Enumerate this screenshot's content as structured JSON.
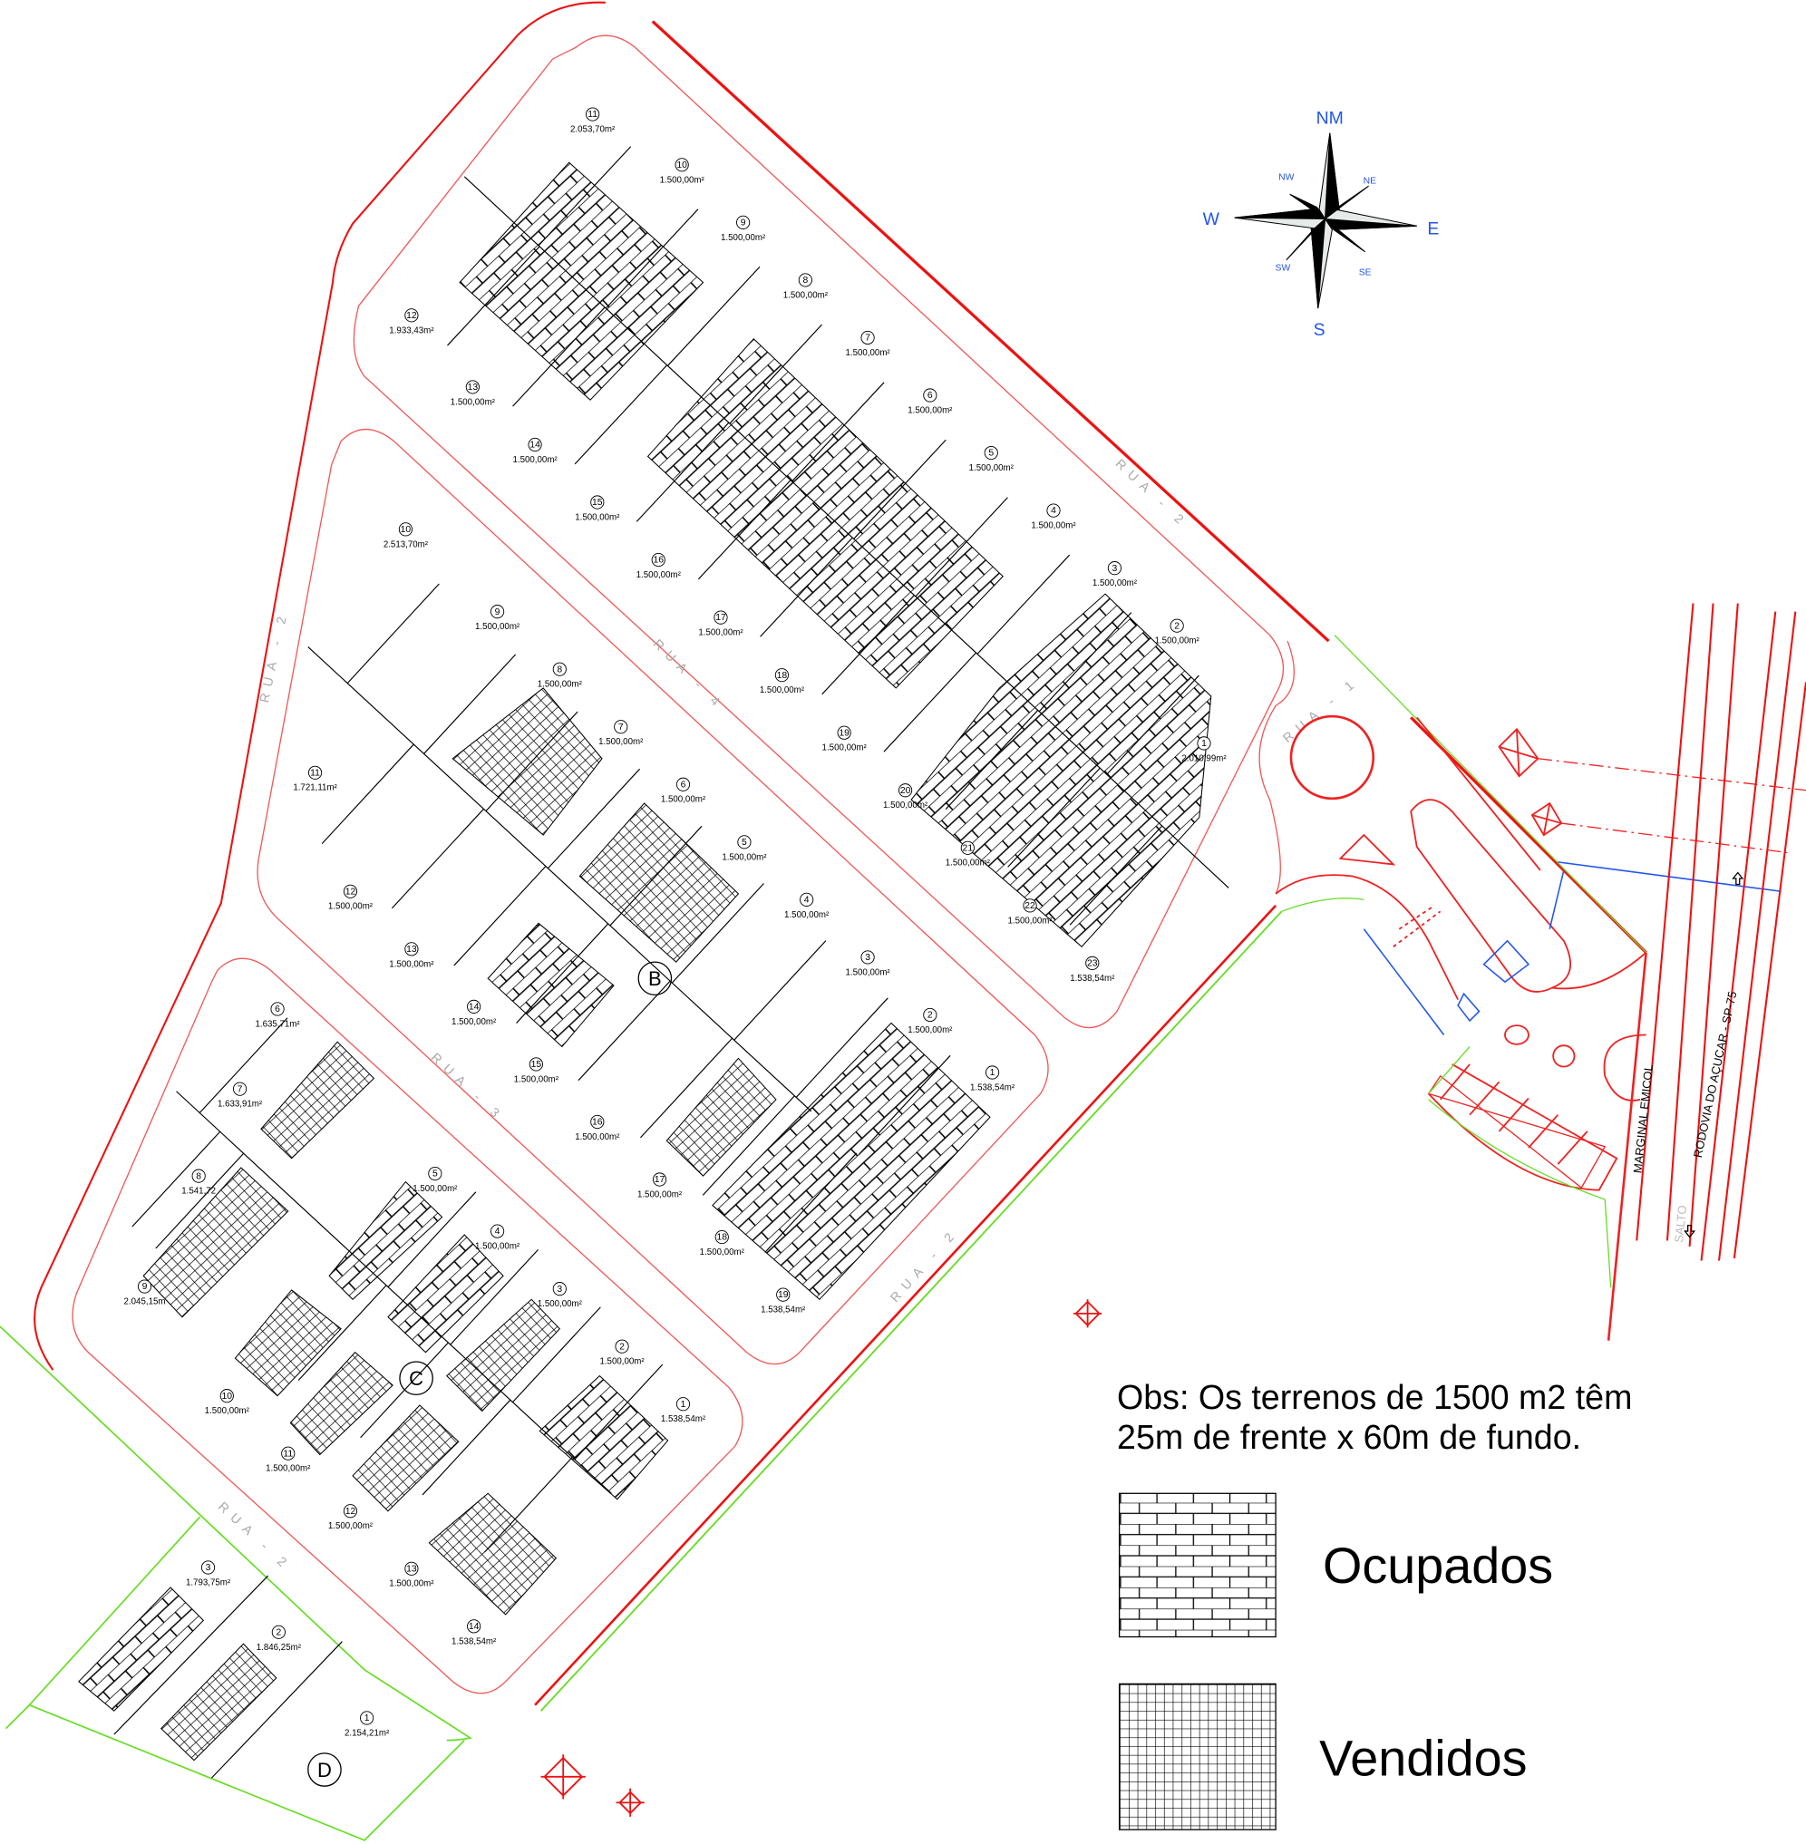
{
  "compass": {
    "north": "NM",
    "south": "S",
    "east": "E",
    "west": "W",
    "ne": "NE",
    "nw": "NW",
    "se": "SE",
    "sw": "SW"
  },
  "streets": {
    "rua1": "RUA - 1",
    "rua2_top": "RUA - 2",
    "rua2_left": "RUA - 2",
    "rua2_right": "RUA - 2",
    "rua2_bottom": "RUA - 2",
    "rua3": "RUA - 3",
    "rua4": "RUA - 4"
  },
  "roads": {
    "marginal": "MARGINAL EMICOL",
    "rodovia": "RODOVIA DO AÇUCAR - SP-75",
    "salto": "SALTO"
  },
  "block_letters": {
    "b": "B",
    "c": "C",
    "d": "D"
  },
  "blocks": {
    "A": [
      {
        "n": "11",
        "area": "2.053,70m²"
      },
      {
        "n": "10",
        "area": "1.500,00m²"
      },
      {
        "n": "9",
        "area": "1.500,00m²"
      },
      {
        "n": "8",
        "area": "1.500,00m²"
      },
      {
        "n": "7",
        "area": "1.500,00m²"
      },
      {
        "n": "6",
        "area": "1.500,00m²"
      },
      {
        "n": "5",
        "area": "1.500,00m²"
      },
      {
        "n": "4",
        "area": "1.500,00m²"
      },
      {
        "n": "3",
        "area": "1.500,00m²"
      },
      {
        "n": "2",
        "area": "1.500,00m²"
      },
      {
        "n": "1",
        "area": "2.010,99m²"
      },
      {
        "n": "12",
        "area": "1.933,43m²"
      },
      {
        "n": "13",
        "area": "1.500,00m²"
      },
      {
        "n": "14",
        "area": "1.500,00m²"
      },
      {
        "n": "15",
        "area": "1.500,00m²"
      },
      {
        "n": "16",
        "area": "1.500,00m²"
      },
      {
        "n": "17",
        "area": "1.500,00m²"
      },
      {
        "n": "18",
        "area": "1.500,00m²"
      },
      {
        "n": "19",
        "area": "1.500,00m²"
      },
      {
        "n": "20",
        "area": "1.500,00m²"
      },
      {
        "n": "21",
        "area": "1.500,00m²"
      },
      {
        "n": "22",
        "area": "1.500,00m²"
      },
      {
        "n": "23",
        "area": "1.538,54m²"
      }
    ],
    "B": [
      {
        "n": "10",
        "area": "2.513,70m²"
      },
      {
        "n": "9",
        "area": "1.500,00m²"
      },
      {
        "n": "8",
        "area": "1.500,00m²"
      },
      {
        "n": "7",
        "area": "1.500,00m²"
      },
      {
        "n": "6",
        "area": "1.500,00m²"
      },
      {
        "n": "5",
        "area": "1.500,00m²"
      },
      {
        "n": "4",
        "area": "1.500,00m²"
      },
      {
        "n": "3",
        "area": "1.500,00m²"
      },
      {
        "n": "2",
        "area": "1.500,00m²"
      },
      {
        "n": "1",
        "area": "1.538,54m²"
      },
      {
        "n": "11",
        "area": "1.721,11m²"
      },
      {
        "n": "12",
        "area": "1.500,00m²"
      },
      {
        "n": "13",
        "area": "1.500,00m²"
      },
      {
        "n": "14",
        "area": "1.500,00m²"
      },
      {
        "n": "15",
        "area": "1.500,00m²"
      },
      {
        "n": "16",
        "area": "1.500,00m²"
      },
      {
        "n": "17",
        "area": "1.500,00m²"
      },
      {
        "n": "18",
        "area": "1.500,00m²"
      },
      {
        "n": "19",
        "area": "1.538,54m²"
      }
    ],
    "C": [
      {
        "n": "6",
        "area": "1.635,71m²"
      },
      {
        "n": "7",
        "area": "1.633,91m²"
      },
      {
        "n": "8",
        "area": "1.541,72"
      },
      {
        "n": "9",
        "area": "2.045,15m"
      },
      {
        "n": "5",
        "area": "1.500,00m²"
      },
      {
        "n": "4",
        "area": "1.500,00m²"
      },
      {
        "n": "3",
        "area": "1.500,00m²"
      },
      {
        "n": "2",
        "area": "1.500,00m²"
      },
      {
        "n": "1",
        "area": "1.538,54m²"
      },
      {
        "n": "10",
        "area": "1.500,00m²"
      },
      {
        "n": "11",
        "area": "1.500,00m²"
      },
      {
        "n": "12",
        "area": "1.500,00m²"
      },
      {
        "n": "13",
        "area": "1.500,00m²"
      },
      {
        "n": "14",
        "area": "1.538,54m²"
      }
    ],
    "D": [
      {
        "n": "3",
        "area": "1.793,75m²"
      },
      {
        "n": "2",
        "area": "1.846,25m²"
      },
      {
        "n": "1",
        "area": "2.154,21m²"
      }
    ]
  },
  "note": {
    "line1": "Obs: Os terrenos de 1500 m2 têm",
    "line2": "25m de frente x 60m de fundo."
  },
  "legend": {
    "occupied": "Ocupados",
    "sold": "Vendidos"
  },
  "colors": {
    "boundary": "#ee1111",
    "block": "#f25555",
    "green": "#66dd22",
    "blue": "#2255ee",
    "ink": "#000000"
  }
}
